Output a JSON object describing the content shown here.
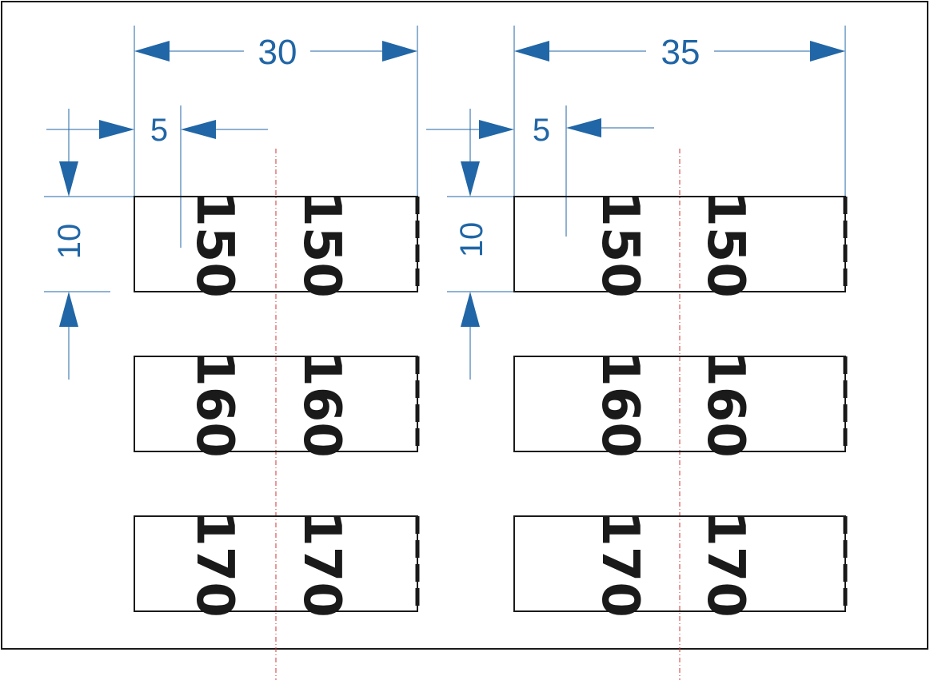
{
  "colors": {
    "dimension": "#2166a6",
    "outline": "#1a1a1a",
    "centerline": "#cc3333",
    "label_text": "#1a1a1a",
    "background": "#ffffff"
  },
  "left_group": {
    "width_dimension": "30",
    "offset_dimension": "5",
    "height_dimension": "10",
    "labels": [
      {
        "left": "150",
        "right": "150"
      },
      {
        "left": "160",
        "right": "160"
      },
      {
        "left": "170",
        "right": "170"
      }
    ]
  },
  "right_group": {
    "width_dimension": "35",
    "offset_dimension": "5",
    "height_dimension": "10",
    "labels": [
      {
        "left": "150",
        "right": "150"
      },
      {
        "left": "160",
        "right": "160"
      },
      {
        "left": "170",
        "right": "170"
      }
    ]
  }
}
